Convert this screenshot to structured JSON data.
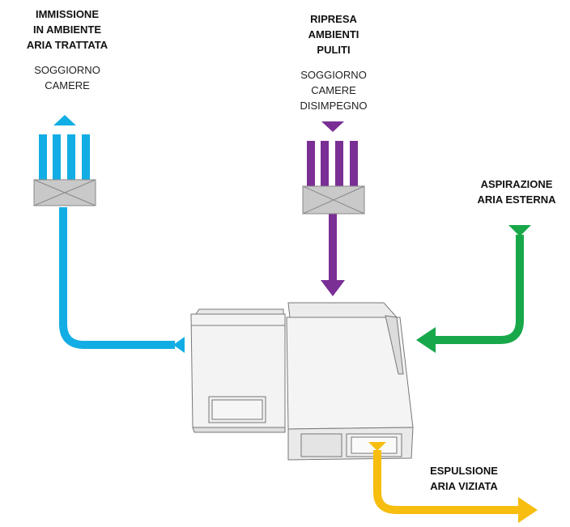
{
  "colors": {
    "supply": "#12ade4",
    "extract": "#7a2f95",
    "intake": "#18a84a",
    "exhaust": "#f7bd0f",
    "unit_body": "#f0f0f0",
    "unit_edge": "#777777",
    "grille": "#c9c9c9"
  },
  "labels": {
    "supply": {
      "title": [
        "IMMISSIONE",
        "IN AMBIENTE",
        "ARIA TRATTATA"
      ],
      "rooms": [
        "SOGGIORNO",
        "CAMERE"
      ]
    },
    "extract": {
      "title": [
        "RIPRESA",
        "AMBIENTI",
        "PULITI"
      ],
      "rooms": [
        "SOGGIORNO",
        "CAMERE",
        "DISIMPEGNO"
      ]
    },
    "intake": {
      "title": [
        "ASPIRAZIONE",
        "ARIA ESTERNA"
      ]
    },
    "exhaust": {
      "title": [
        "ESPULSIONE",
        "ARIA VIZIATA"
      ]
    }
  },
  "icons": [
    "supply-arrow-icon",
    "extract-arrow-icon",
    "intake-arrow-icon",
    "exhaust-arrow-icon",
    "grille-icon",
    "ventilation-unit-icon"
  ]
}
